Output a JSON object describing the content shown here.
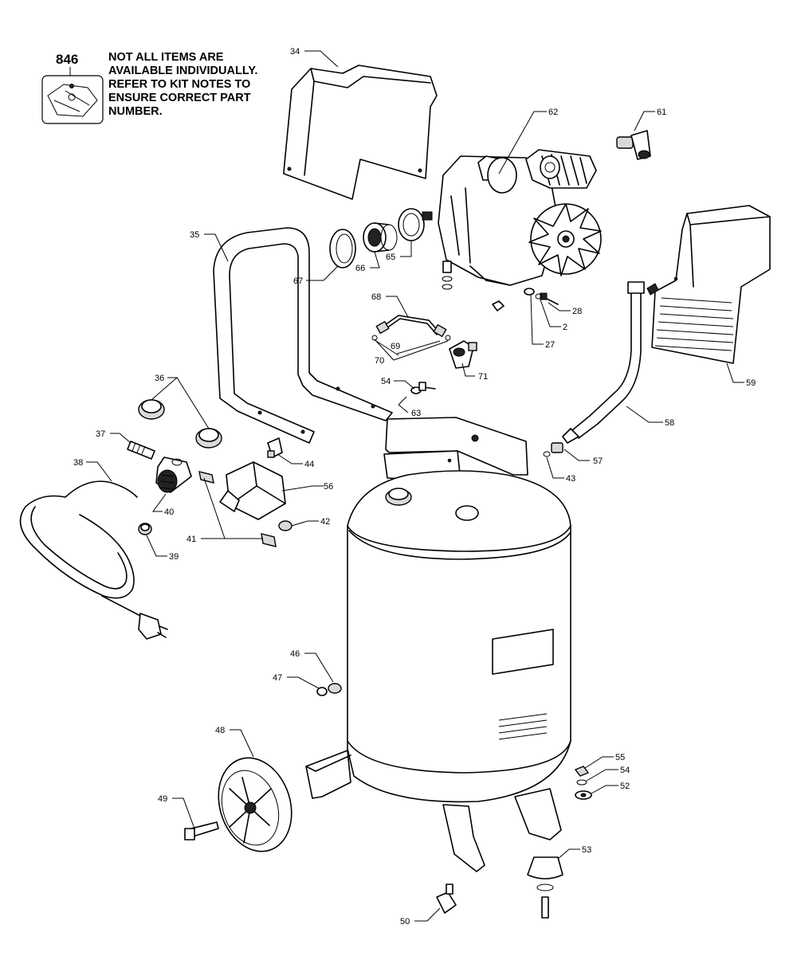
{
  "kit": {
    "number": "846",
    "note": "NOT ALL ITEMS ARE\nAVAILABLE INDIVIDUALLY.\nREFER TO KIT NOTES TO\nENSURE CORRECT PART\nNUMBER."
  },
  "callouts": [
    {
      "id": "c34",
      "label": "34"
    },
    {
      "id": "c62",
      "label": "62"
    },
    {
      "id": "c61",
      "label": "61"
    },
    {
      "id": "c35",
      "label": "35"
    },
    {
      "id": "c67",
      "label": "67"
    },
    {
      "id": "c66",
      "label": "66"
    },
    {
      "id": "c65",
      "label": "65"
    },
    {
      "id": "c68",
      "label": "68"
    },
    {
      "id": "c28",
      "label": "28"
    },
    {
      "id": "c2",
      "label": "2"
    },
    {
      "id": "c27",
      "label": "27"
    },
    {
      "id": "c69",
      "label": "69"
    },
    {
      "id": "c70",
      "label": "70"
    },
    {
      "id": "c71",
      "label": "71"
    },
    {
      "id": "c59",
      "label": "59"
    },
    {
      "id": "c36",
      "label": "36"
    },
    {
      "id": "c54a",
      "label": "54"
    },
    {
      "id": "c63",
      "label": "63"
    },
    {
      "id": "c37",
      "label": "37"
    },
    {
      "id": "c58",
      "label": "58"
    },
    {
      "id": "c38",
      "label": "38"
    },
    {
      "id": "c44",
      "label": "44"
    },
    {
      "id": "c57",
      "label": "57"
    },
    {
      "id": "c56",
      "label": "56"
    },
    {
      "id": "c43",
      "label": "43"
    },
    {
      "id": "c40",
      "label": "40"
    },
    {
      "id": "c42",
      "label": "42"
    },
    {
      "id": "c41",
      "label": "41"
    },
    {
      "id": "c39",
      "label": "39"
    },
    {
      "id": "c46",
      "label": "46"
    },
    {
      "id": "c47",
      "label": "47"
    },
    {
      "id": "c48",
      "label": "48"
    },
    {
      "id": "c55",
      "label": "55"
    },
    {
      "id": "c54b",
      "label": "54"
    },
    {
      "id": "c52",
      "label": "52"
    },
    {
      "id": "c49",
      "label": "49"
    },
    {
      "id": "c53",
      "label": "53"
    },
    {
      "id": "c50",
      "label": "50"
    }
  ]
}
